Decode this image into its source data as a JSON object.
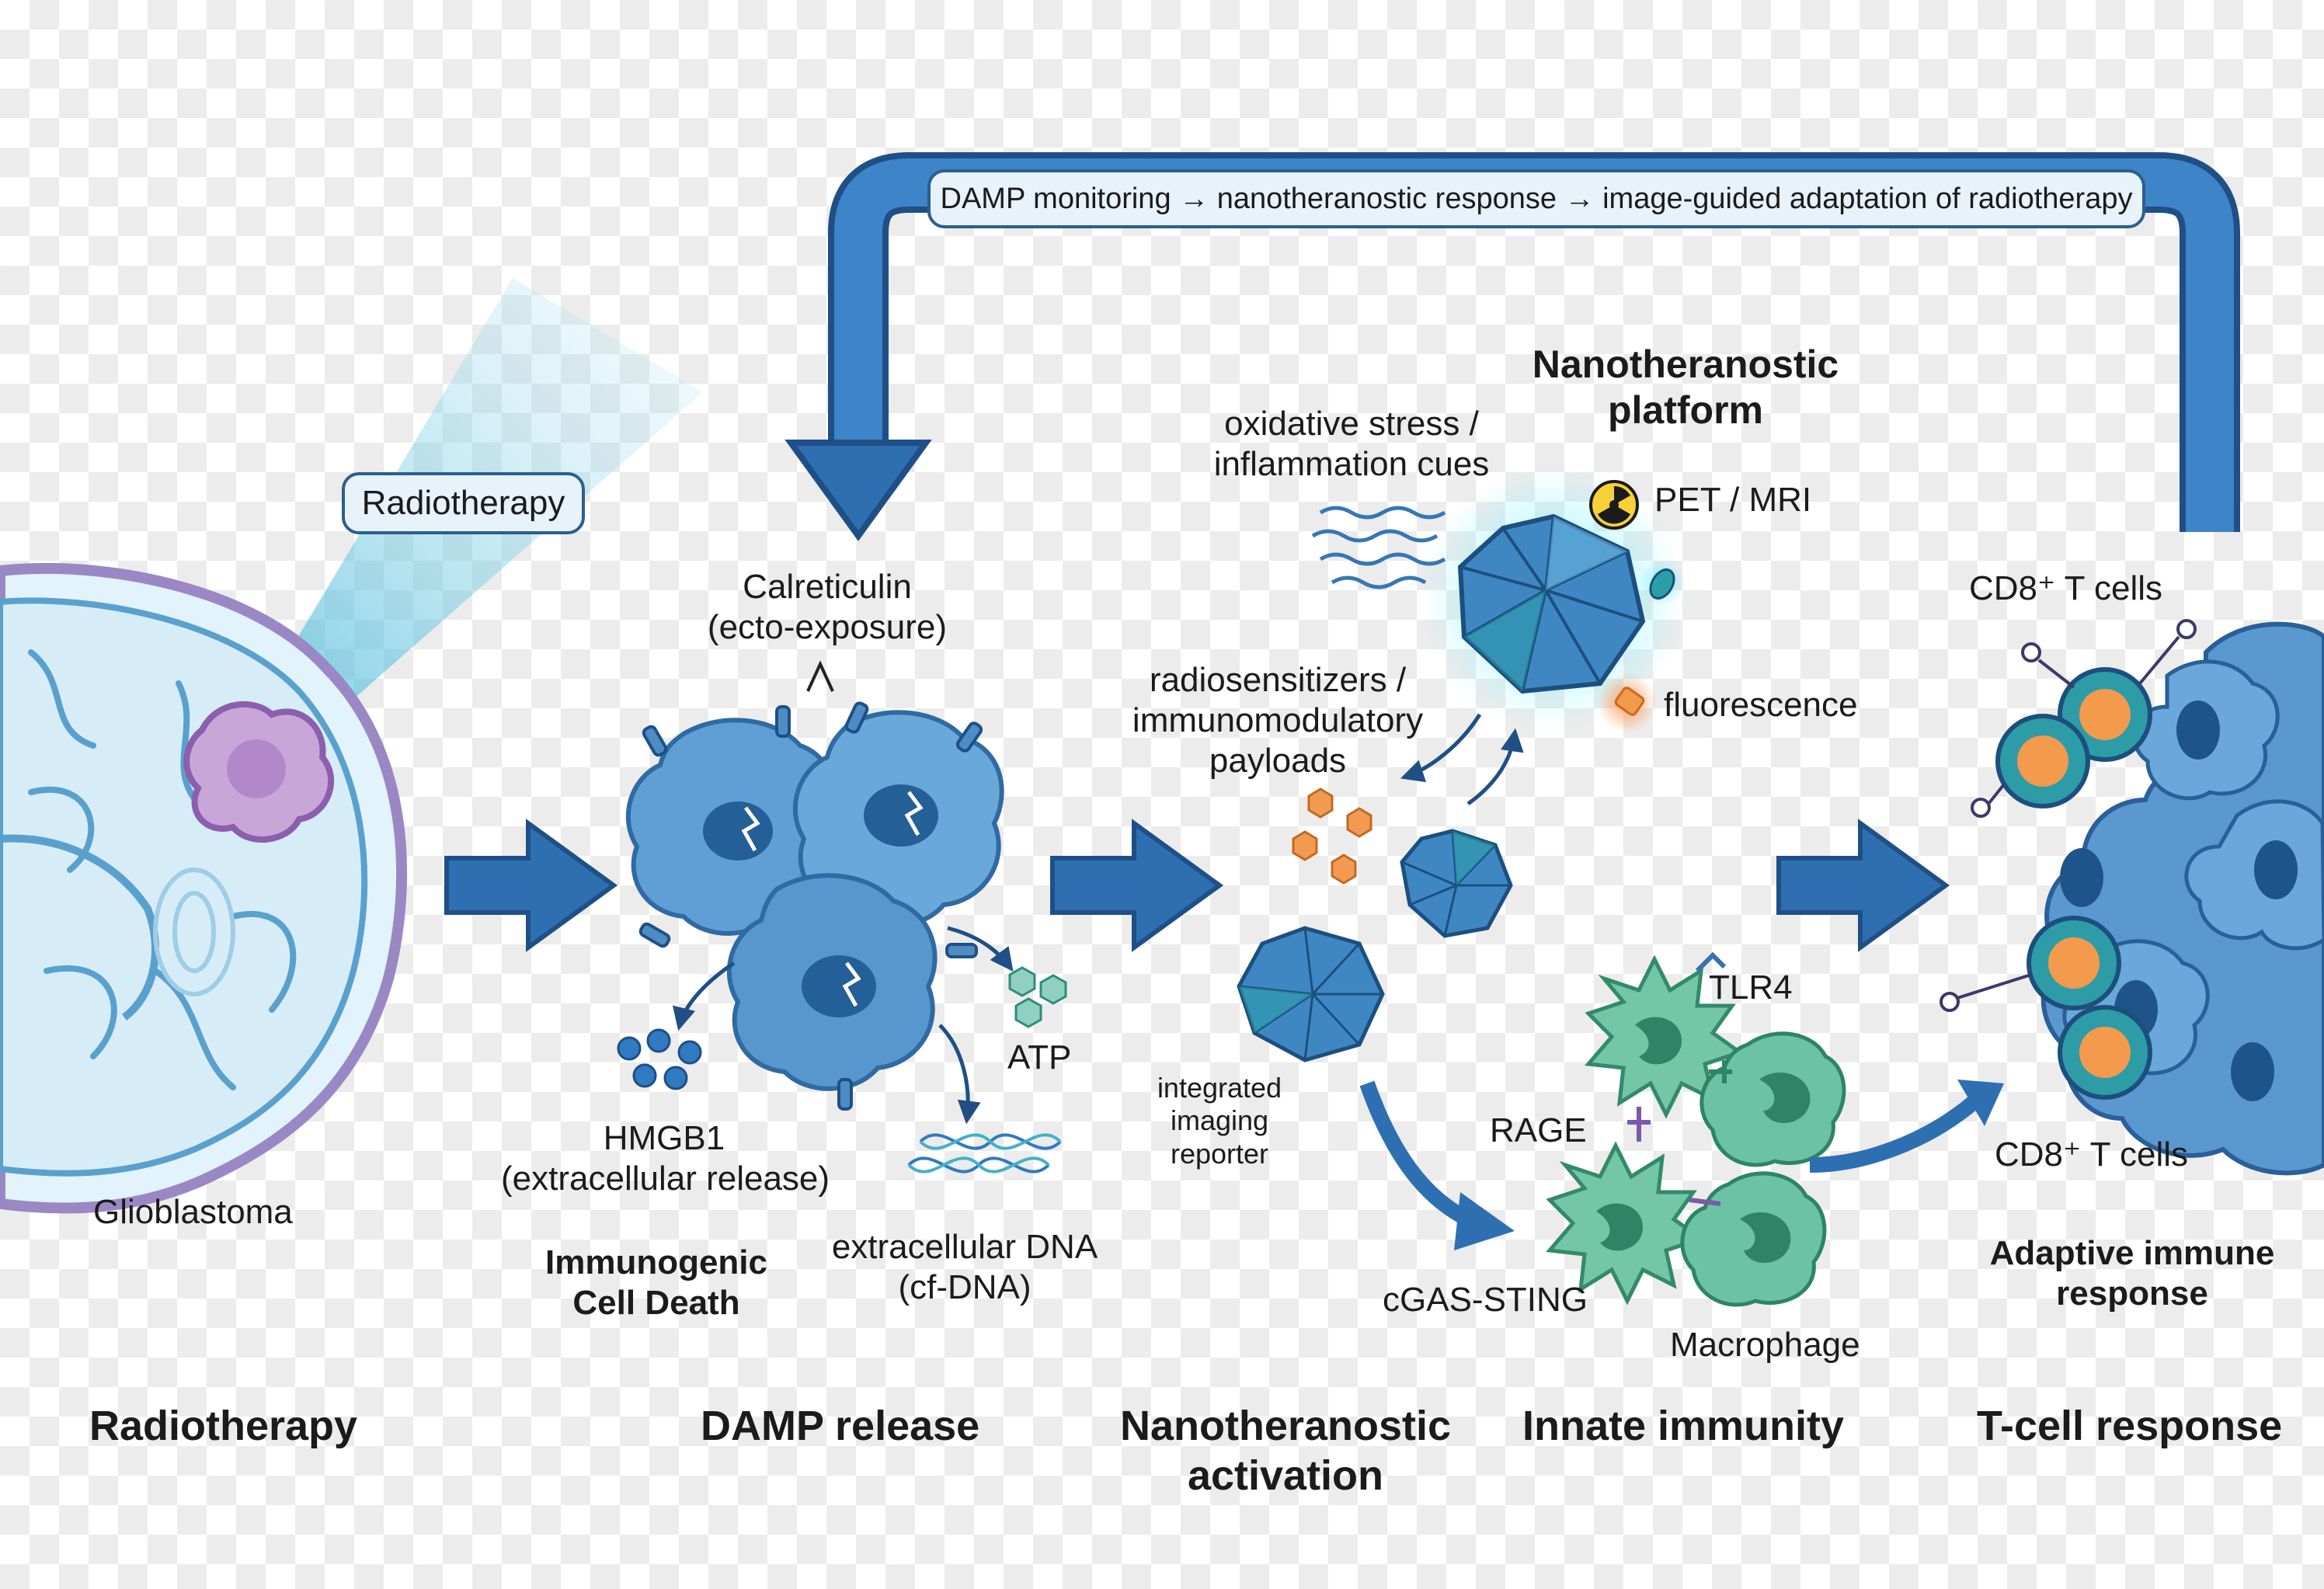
{
  "feedback_banner": "DAMP monitoring → nanotheranostic response → image-guided adaptation of radiotherapy",
  "radiotherapy_tag": "Radiotherapy",
  "labels": {
    "glioblastoma": "Glioblastoma",
    "calreticulin_line1": "Calreticulin",
    "calreticulin_line2": "(ecto-exposure)",
    "hmgb1_line1": "HMGB1",
    "hmgb1_line2": "(extracellular release)",
    "atp": "ATP",
    "cfdna_line1": "extracellular DNA",
    "cfdna_line2": "(cf-DNA)",
    "icd_line1": "Immunogenic",
    "icd_line2": "Cell Death",
    "platform_line1": "Nanotheranostic",
    "platform_line2": "platform",
    "oxidative_line1": "oxidative stress /",
    "oxidative_line2": "inflammation cues",
    "pet_mri": "PET / MRI",
    "fluorescence": "fluorescence",
    "payload_line1": "radiosensitizers /",
    "payload_line2": "immunomodulatory",
    "payload_line3": "payloads",
    "reporter_line1": "integrated",
    "reporter_line2": "imaging",
    "reporter_line3": "reporter",
    "tlr4": "TLR4",
    "rage": "RAGE",
    "cgas_sting": "cGAS-STING",
    "macrophage": "Macrophage",
    "cd8_top": "CD8⁺ T cells",
    "cd8_bottom": "CD8⁺ T cells",
    "adaptive_line1": "Adaptive immune",
    "adaptive_line2": "response"
  },
  "stages": {
    "radiotherapy": "Radiotherapy",
    "damp_release": "DAMP release",
    "nano_line1": "Nanotheranostic",
    "nano_line2": "activation",
    "innate": "Innate immunity",
    "tcell": "T-cell response"
  },
  "colors": {
    "arrow_blue": "#2e6fb2",
    "arrow_dark": "#1f4f85",
    "tumor_cell": "#5f9fd3",
    "brain_outline": "#9a88c4",
    "innate_green": "#6cc2a4",
    "orange": "#f39a4c"
  }
}
